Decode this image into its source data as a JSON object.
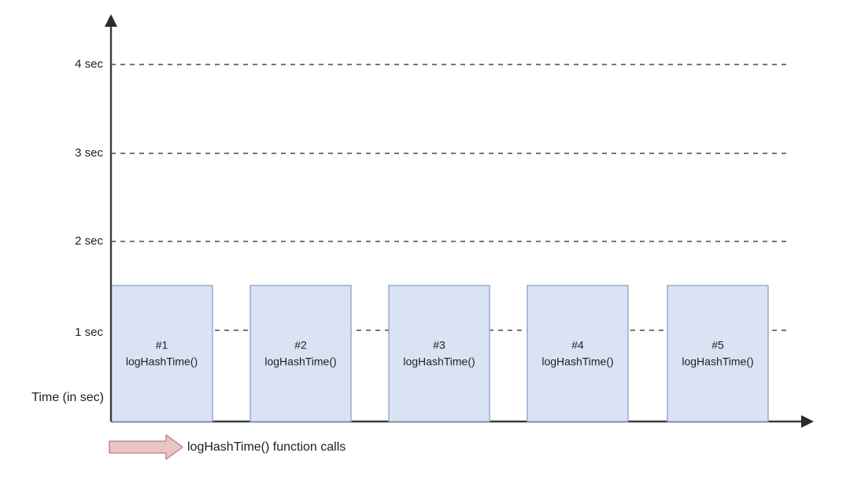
{
  "chart_data": {
    "type": "bar",
    "title": "",
    "xlabel": "",
    "ylabel": "Time (in sec)",
    "categories": [
      "#1",
      "#2",
      "#3",
      "#4",
      "#5"
    ],
    "values": [
      1.5,
      1.5,
      1.5,
      1.5,
      1.5
    ],
    "bar_sublabels": [
      "logHashTime()",
      "logHashTime()",
      "logHashTime()",
      "logHashTime()",
      "logHashTime()"
    ],
    "ylim": [
      0,
      4.4
    ],
    "ytick_values": [
      1,
      2,
      3,
      4
    ],
    "ytick_labels": [
      "1 sec",
      "2 sec",
      "3 sec",
      "4 sec"
    ],
    "grid": true,
    "grid_style": "dashed",
    "legend_position": "bottom-left",
    "legend": [
      {
        "marker": "right-arrow",
        "label": "logHashTime() function calls",
        "color": "#e9c6c6"
      }
    ],
    "bar_fill": "#dae3f3",
    "bar_stroke": "#8ea9d0",
    "axis_color": "#3b3b3b",
    "gridline_color": "#4a4a4a",
    "notes": "Five equal-duration 1.5 sec blocking calls separated by idle gaps; 1 sec gridline is hidden behind the bars and visible only in the gaps."
  },
  "axis": {
    "y_title": "Time (in sec)",
    "ticks": [
      {
        "label": "4 sec",
        "value": 4
      },
      {
        "label": "3 sec",
        "value": 3
      },
      {
        "label": "2 sec",
        "value": 2
      },
      {
        "label": "1 sec",
        "value": 1
      }
    ]
  },
  "bars": [
    {
      "index_label": "#1",
      "fn_label": "logHashTime()"
    },
    {
      "index_label": "#2",
      "fn_label": "logHashTime()"
    },
    {
      "index_label": "#3",
      "fn_label": "logHashTime()"
    },
    {
      "index_label": "#4",
      "fn_label": "logHashTime()"
    },
    {
      "index_label": "#5",
      "fn_label": "logHashTime()"
    }
  ],
  "legend": {
    "label": "logHashTime() function calls"
  }
}
